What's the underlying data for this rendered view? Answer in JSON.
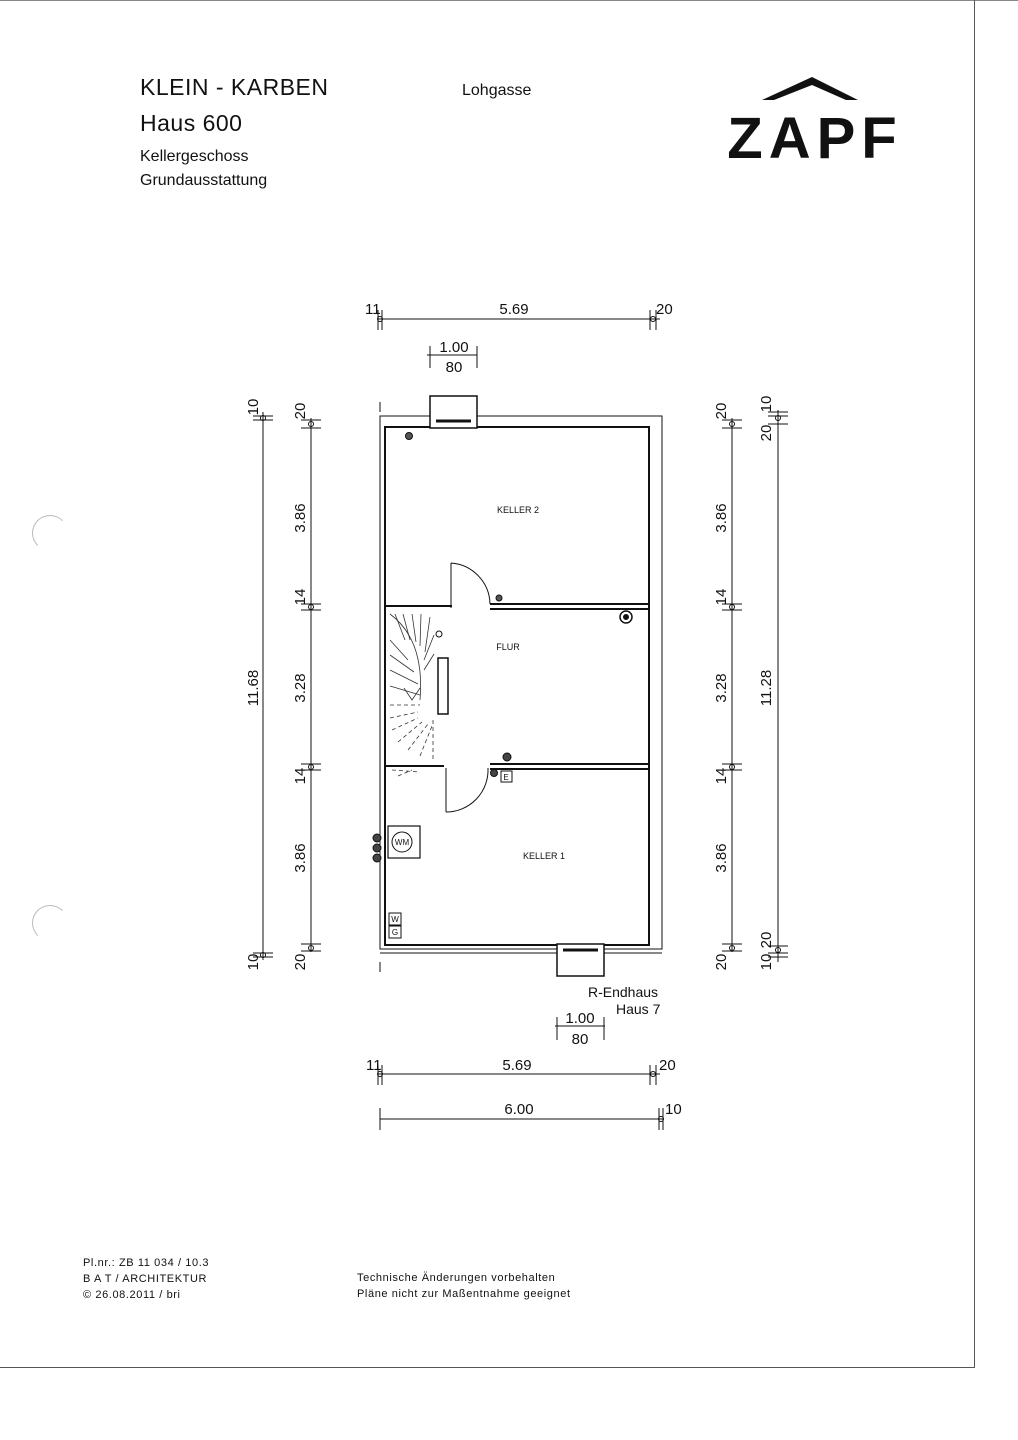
{
  "header": {
    "project": "KLEIN - KARBEN",
    "house": "Haus 600",
    "floor": "Kellergeschoss",
    "equipment": "Grundausstattung",
    "street": "Lohgasse",
    "logo_text": "ZAPF"
  },
  "rooms": {
    "keller2": "KELLER 2",
    "flur": "FLUR",
    "keller1": "KELLER 1"
  },
  "symbols": {
    "washing_machine": "WM",
    "w": "W",
    "g": "G",
    "e": "E"
  },
  "dimensions": {
    "top_wall_left": "11",
    "top_inner": "5.69",
    "top_wall_right": "20",
    "top_window": "1.00",
    "top_window_sub": "80",
    "left_total": "11.68",
    "left_top_wall": "10",
    "left_bottom_wall": "10",
    "inner_top": "20",
    "inner_k2": "3.86",
    "inner_wall1": "14",
    "inner_flur": "3.28",
    "inner_wall2": "14",
    "inner_k1": "3.86",
    "inner_bottom": "20",
    "right_top_wall": "10",
    "right_top_20": "20",
    "right_total": "11.28",
    "right_bottom_20": "20",
    "right_bottom_wall": "10",
    "bottom_window": "1.00",
    "bottom_window_sub": "80",
    "bottom_wall_left": "11",
    "bottom_inner": "5.69",
    "bottom_wall_right": "20",
    "bottom_total": "6.00",
    "bottom_total_right": "10"
  },
  "house_label": {
    "line1": "R-Endhaus",
    "line2": "Haus 7"
  },
  "footer": {
    "plan_nr": "Pl.nr.: ZB 11 034 / 10.3",
    "office": "B A T / ARCHITEKTUR",
    "date": "© 26.08.2011 / bri",
    "note1": "Technische Änderungen vorbehalten",
    "note2": "Pläne nicht zur Maßentnahme geeignet"
  }
}
